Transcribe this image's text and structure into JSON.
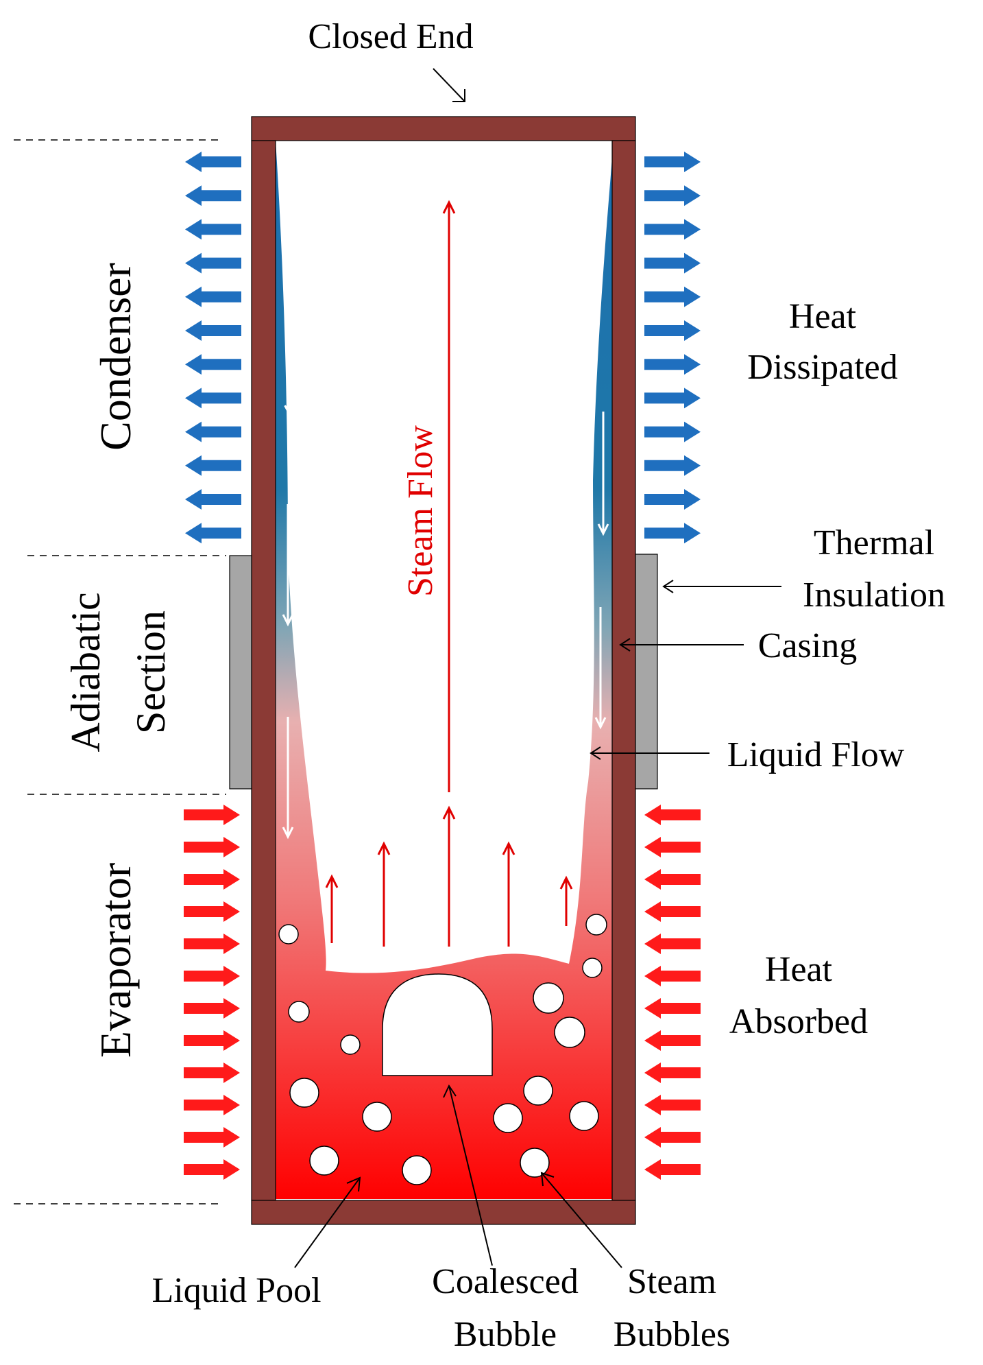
{
  "labels": {
    "closed_end": "Closed End",
    "condenser": "Condenser",
    "adiabatic_line1": "Adiabatic",
    "adiabatic_line2": "Section",
    "evaporator": "Evaporator",
    "heat_dissipated_line1": "Heat",
    "heat_dissipated_line2": "Dissipated",
    "thermal_insulation_line1": "Thermal",
    "thermal_insulation_line2": "Insulation",
    "casing": "Casing",
    "liquid_flow": "Liquid Flow",
    "heat_absorbed_line1": "Heat",
    "heat_absorbed_line2": "Absorbed",
    "steam_flow": "Steam Flow",
    "liquid_pool": "Liquid Pool",
    "coalesced_bubble_line1": "Coalesced",
    "coalesced_bubble_line2": "Bubble",
    "steam_bubbles_line1": "Steam",
    "steam_bubbles_line2": "Bubbles"
  },
  "colors": {
    "casing": "#8B3A35",
    "insulation": "#A6A6A6",
    "heat_out_arrow": "#1F6FBF",
    "heat_in_arrow": "#FF1A1A",
    "steam_arrow": "#E00000",
    "liquid_top": "#1C6FB0",
    "liquid_mid": "#E8A6A6",
    "liquid_bottom": "#FF0000"
  }
}
